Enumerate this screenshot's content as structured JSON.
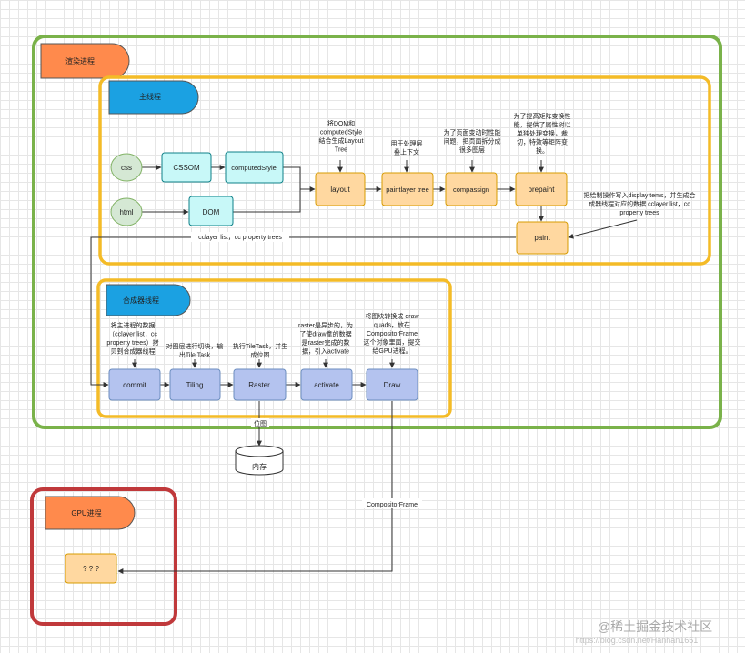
{
  "containers": {
    "render_process": {
      "label": "渲染进程"
    },
    "main_thread": {
      "label": "主线程"
    },
    "compositor_thread": {
      "label": "合成器线程"
    },
    "gpu_process": {
      "label": "GPU进程"
    }
  },
  "nodes": {
    "css": "css",
    "cssom": "CSSOM",
    "computed_style": "computedStyle",
    "html": "html",
    "dom": "DOM",
    "layout": "layout",
    "paint_layer_tree": "paintlayer tree",
    "compassign": "compassign",
    "prepaint": "prepaint",
    "paint": "paint",
    "commit": "commit",
    "tiling": "Tiling",
    "raster": "Raster",
    "activate": "activate",
    "draw": "Draw",
    "memory": "内存",
    "gpu_unknown": "? ? ?"
  },
  "annotations": {
    "layout_note": [
      "将DOM和",
      "computedStyle",
      "结合生成Layout",
      "Tree"
    ],
    "paintlayer_note": [
      "用于处理层",
      "叠上下文"
    ],
    "compassign_note": [
      "为了页面变动时性能",
      "问题，把页面拆分成",
      "很多图层"
    ],
    "prepaint_note": [
      "为了提高矩阵变换性",
      "能，提供了属性树以",
      "单独处理变换，裁",
      "切，特效等矩阵变",
      "换。"
    ],
    "paint_note": [
      "把绘制操作写入displayItems，并生成合",
      "成器线程对应的数据 cclayer list，cc",
      "property trees"
    ],
    "main_to_commit": "cclayer list，cc property trees",
    "commit_note": [
      "将主进程的数据",
      "（cclayer list，cc",
      "property trees）拷",
      "贝到合成器线程"
    ],
    "tiling_note": [
      "对图层进行切块，输",
      "出Tile Task"
    ],
    "raster_note": [
      "执行TileTask，并生",
      "成位图"
    ],
    "activate_note": [
      "raster是异步的，为",
      "了使draw拿的数据",
      "是raster完成的数",
      "据，引入activate"
    ],
    "draw_note": [
      "将图块转换成 draw",
      "quads，放在",
      "CompositorFrame",
      "这个对象里面，提交",
      "给GPU进程。"
    ],
    "bitmap_label": "位图",
    "compositor_frame": "CompositorFrame"
  },
  "watermark": "@稀土掘金技术社区",
  "watermark_url": "https://blog.csdn.net/Hanhan1651",
  "colors": {
    "render_border": "#7ab24a",
    "thread_border": "#f4bb27",
    "gpu_border": "#c0393b",
    "orange_tag": "#ff8a4c",
    "blue_tag": "#1ba1e2",
    "green_node": "#d5e8d4",
    "cyan_node": "#c8f8f8",
    "peach_node": "#ffd8a0",
    "purple_node": "#b4c3ef"
  }
}
